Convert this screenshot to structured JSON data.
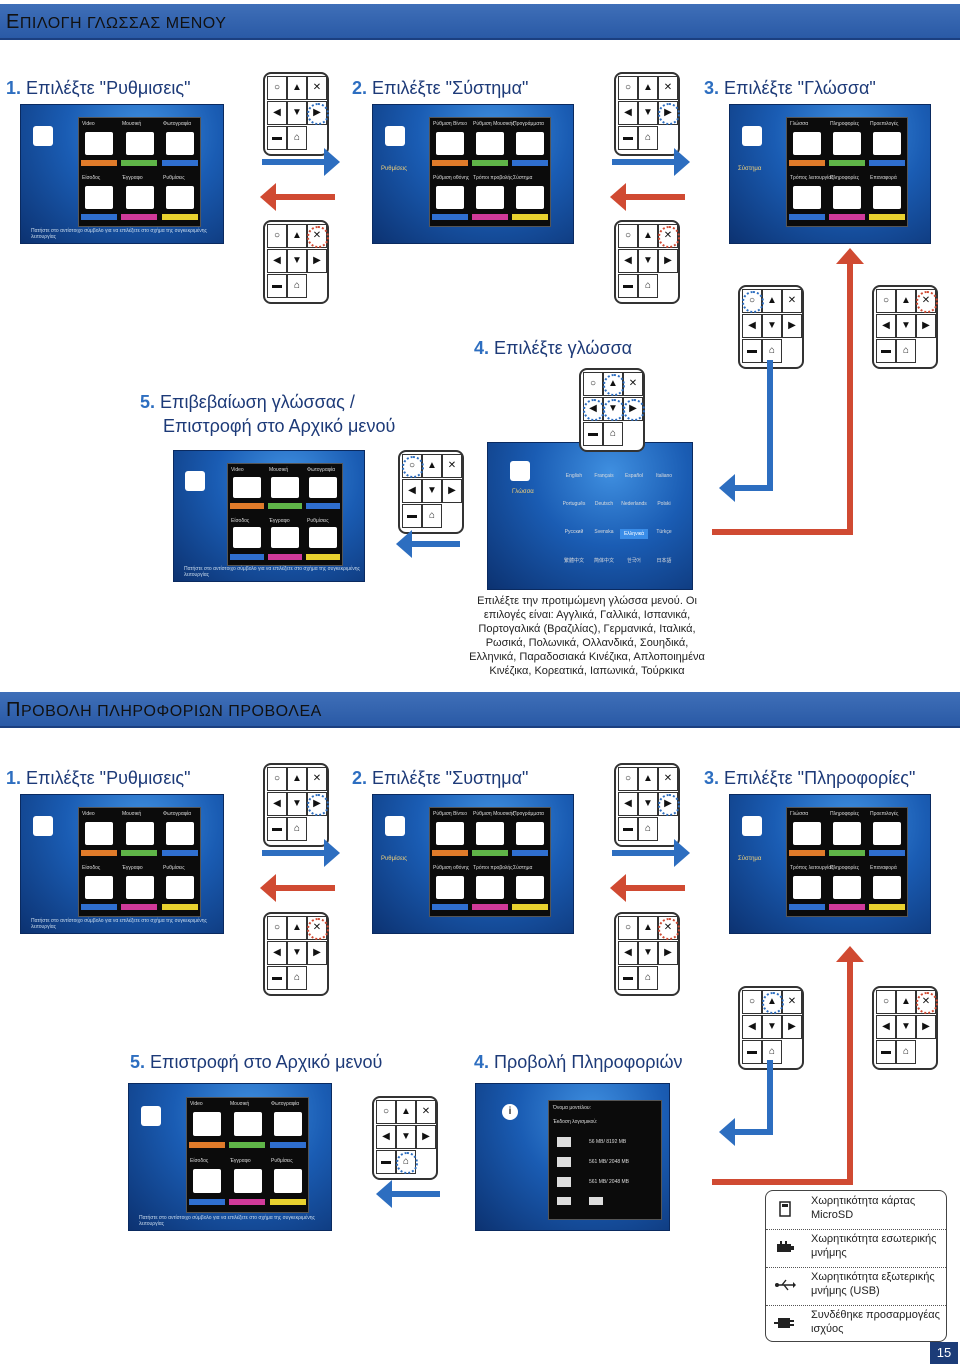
{
  "sections": [
    {
      "title_first": "Ε",
      "title_rest": "ΠΙΛΟΓΗ ΓΛΩΣΣΑΣ ΜΕΝΟΥ"
    },
    {
      "title_first": "Π",
      "title_rest": "ΡΟΒΟΛΗ ΠΛΗΡΟΦΟΡΙΩΝ ΠΡΟΒΟΛΕΑ"
    }
  ],
  "lang_steps": [
    {
      "num": "1.",
      "text": "Επιλέξτε \"Ρυθμισεις\""
    },
    {
      "num": "2.",
      "text": "Επιλέξτε \"Σύστημα\""
    },
    {
      "num": "3.",
      "text": "Επιλέξτε \"Γλώσσα\""
    },
    {
      "num": "4.",
      "text": "Επιλέξτε γλώσσα"
    },
    {
      "num": "5.",
      "text_line1": "Επιβεβαίωση γλώσσας /",
      "text_line2": "Επιστροφή στο Αρχικό μενού"
    }
  ],
  "info_steps": [
    {
      "num": "1.",
      "text": "Επιλέξτε \"Ρυθμισεις\""
    },
    {
      "num": "2.",
      "text": "Επιλέξτε \"Συστημα\""
    },
    {
      "num": "3.",
      "text": "Επιλέξτε \"Πληροφορίες\""
    },
    {
      "num": "4.",
      "text": "Προβολή Πληροφοριών"
    },
    {
      "num": "5.",
      "text": "Επιστροφή στο Αρχικό μενού"
    }
  ],
  "description": "Επιλέξτε την προτιμώμενη γλώσσα μενού. Οι επιλογές είναι: Αγγλικά, Γαλλικά, Ισπανικά, Πορτογαλικά (Βραζιλίας), Γερμανικά, Ιταλικά, Ρωσικά, Πολωνικά, Ολλανδικά, Σουηδικά, Ελληνικά, Παραδοσιακά Κινέζικα, Απλοποιημένα Κινέζικα, Κορεατικά, Ιαπωνικά, Τούρκικα",
  "home_menu": {
    "items": [
      "Video",
      "Μουσική",
      "Φωτογραφία",
      "Είσοδος",
      "Έγγραφο",
      "Ρυθμίσεις"
    ],
    "footer": "Πατήστε στο αντίστοιχο σύμβολο για να επιλέξετε στο σχήμα της συγκεκριμένης λειτουργίας"
  },
  "settings_menu": {
    "side_label": "Ρυθμίσεις",
    "items": [
      "Ρύθμιση Βίντεο",
      "Ρύθμιση Μουσικής",
      "Προγράμματα",
      "Ρύθμιση οθόνης",
      "Τρόποι προβολής",
      "Σύστημα"
    ]
  },
  "system_menu": {
    "side_label": "Σύστημα",
    "items": [
      "Γλώσσα",
      "Πληροφορίες",
      "Προεπιλογές",
      "Τρόπος λειτουργίας",
      "Πληροφορίες",
      "Επαναφορά"
    ]
  },
  "language_menu": {
    "side_label": "Γλώσσα",
    "languages": [
      "English",
      "Français",
      "Español",
      "Italiano",
      "Português",
      "Deutsch",
      "Nederlands",
      "Polski",
      "Русский",
      "Svenska",
      "Ελληνικά",
      "Türkçe",
      "繁體中文",
      "简体中文",
      "한국어",
      "日本語"
    ],
    "selected": "Ελληνικά"
  },
  "info_screen": {
    "model_label": "Όνομα μοντέλου:",
    "software_label": "Έκδοση λογισμικού:",
    "sd": "56 MB/ 8192 MB",
    "internal": "561 MB/ 2048 MB",
    "usb": "561 MB/ 2048 MB"
  },
  "legend": [
    {
      "icon": "sd-card-icon",
      "text": "Χωρητικότητα κάρτας MicroSD"
    },
    {
      "icon": "internal-memory-icon",
      "text": "Χωρητικότητα εσωτερικής μνήμης"
    },
    {
      "icon": "usb-icon",
      "text": "Χωρητικότητα εξωτερικής μνήμης (USB)"
    },
    {
      "icon": "power-adapter-icon",
      "text": "Συνδέθηκε προσαρμογέας ισχύος"
    }
  ],
  "keypad_symbols": [
    "○",
    "▲",
    "✕",
    "◀",
    "▼",
    "▶",
    "▬",
    "⌂"
  ],
  "colors": {
    "banner": "#2a5aa6",
    "step_number": "#2d6ec0",
    "arrow_blue": "#2d6ec0",
    "arrow_red": "#d04a32"
  },
  "page_number": "15"
}
